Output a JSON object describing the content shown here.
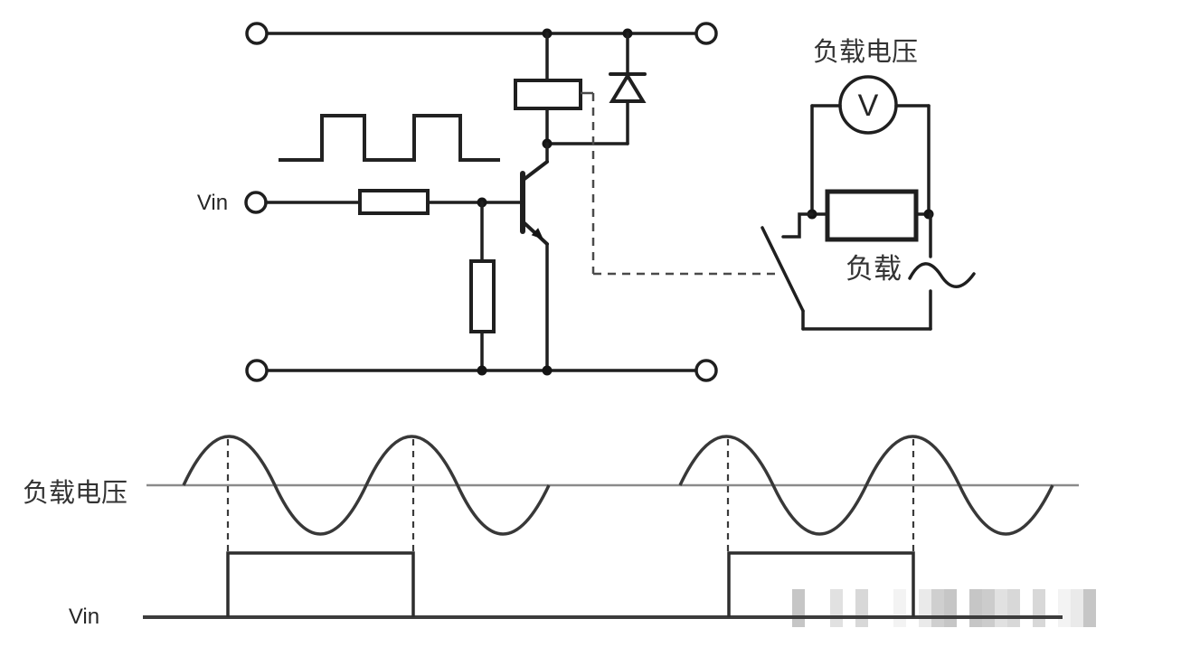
{
  "labels": {
    "circuit_input": "Vin",
    "meter_caption": "负载电压",
    "voltmeter_symbol": "V",
    "load_caption": "负载",
    "waveform_top": "负载电压",
    "waveform_bottom": "Vin"
  },
  "colors": {
    "background": "#ffffff",
    "line": "#1f1f1f",
    "thin_axis": "#8a8a8a",
    "text": "#2a2a2a"
  },
  "waveforms": {
    "load_voltage": {
      "label": "负载电压",
      "type": "sine_bursts",
      "bursts": [
        {
          "cycles": 2,
          "aligned_with_pulse": 1
        },
        {
          "cycles": 2,
          "aligned_with_pulse": 2
        }
      ]
    },
    "vin": {
      "label": "Vin",
      "type": "square_pulses",
      "pulse_count": 2
    }
  }
}
